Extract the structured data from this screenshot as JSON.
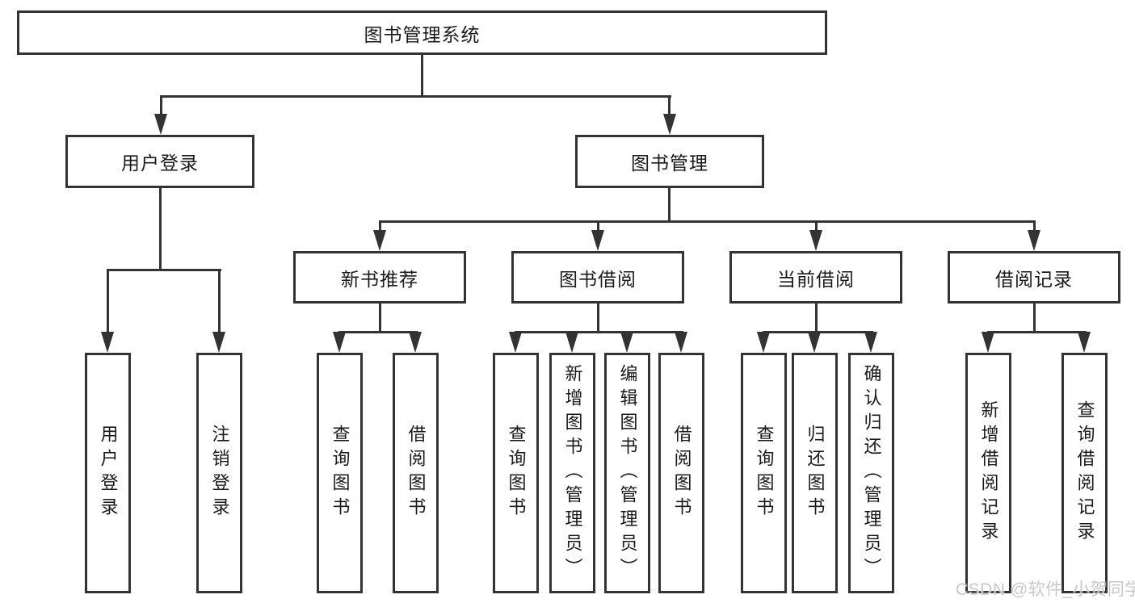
{
  "diagram": {
    "title": "图书管理系统",
    "watermark": "CSDN @软件_小贺同学",
    "appearance": {
      "background": "#ffffff",
      "line_color": "#333333",
      "text_color": "#1a1a1a",
      "watermark_color": "#c8c8c8"
    },
    "tree": {
      "label": "图书管理系统",
      "children": [
        {
          "label": "用户登录",
          "children": [
            {
              "label": "用户登录"
            },
            {
              "label": "注销登录"
            }
          ]
        },
        {
          "label": "图书管理",
          "children": [
            {
              "label": "新书推荐",
              "children": [
                {
                  "label": "查询图书"
                },
                {
                  "label": "借阅图书"
                }
              ]
            },
            {
              "label": "图书借阅",
              "children": [
                {
                  "label": "查询图书"
                },
                {
                  "label": "新增图书（管理员）"
                },
                {
                  "label": "编辑图书（管理员）"
                },
                {
                  "label": "借阅图书"
                }
              ]
            },
            {
              "label": "当前借阅",
              "children": [
                {
                  "label": "查询图书"
                },
                {
                  "label": "归还图书"
                },
                {
                  "label": "确认归还（管理员）"
                }
              ]
            },
            {
              "label": "借阅记录",
              "children": [
                {
                  "label": "新增借阅记录"
                },
                {
                  "label": "查询借阅记录"
                }
              ]
            }
          ]
        }
      ]
    }
  }
}
